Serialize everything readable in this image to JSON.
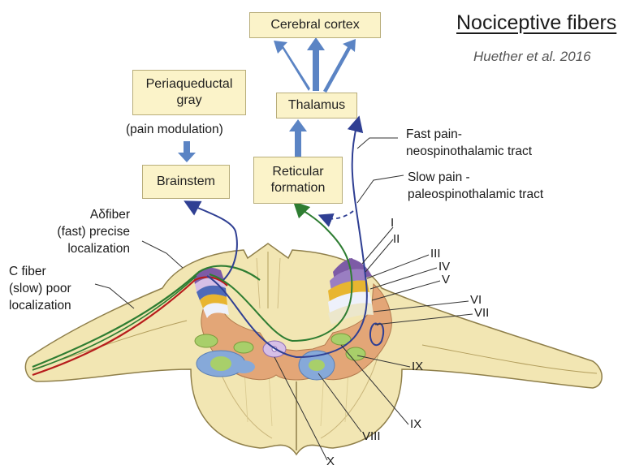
{
  "title": "Nociceptive fibers",
  "citation": "Huether et al. 2016",
  "boxes": {
    "cerebral_cortex": "Cerebral cortex",
    "thalamus": "Thalamus",
    "pag_line1": "Periaqueductal",
    "pag_line2": "gray",
    "brainstem": "Brainstem",
    "reticular_line1": "Reticular",
    "reticular_line2": "formation"
  },
  "labels": {
    "pain_modulation": "(pain modulation)",
    "fast_line1": "Fast pain-",
    "fast_line2": "neospinothalamic tract",
    "slow_line1": "Slow pain -",
    "slow_line2": "paleospinothalamic tract",
    "adelta_line1": "Aδfiber",
    "adelta_line2": "(fast) precise",
    "adelta_line3": "localization",
    "c_line1": "C fiber",
    "c_line2": "(slow) poor",
    "c_line3": "localization"
  },
  "laminae": {
    "I": "I",
    "II": "II",
    "III": "III",
    "IV": "IV",
    "V": "V",
    "VI": "VI",
    "VII": "VII",
    "VIII": "VIII",
    "IX_a": "IX",
    "IX_b": "IX",
    "X": "X"
  },
  "colors": {
    "box_fill": "#fbf3c9",
    "arrow_blue": "#5b84c4",
    "fast_tract": "#2f3f93",
    "slow_tract": "#2e7d32",
    "c_fiber": "#b71c1c",
    "cord_fill": "#f2e6b3",
    "gray_matter": "#e3a677"
  }
}
